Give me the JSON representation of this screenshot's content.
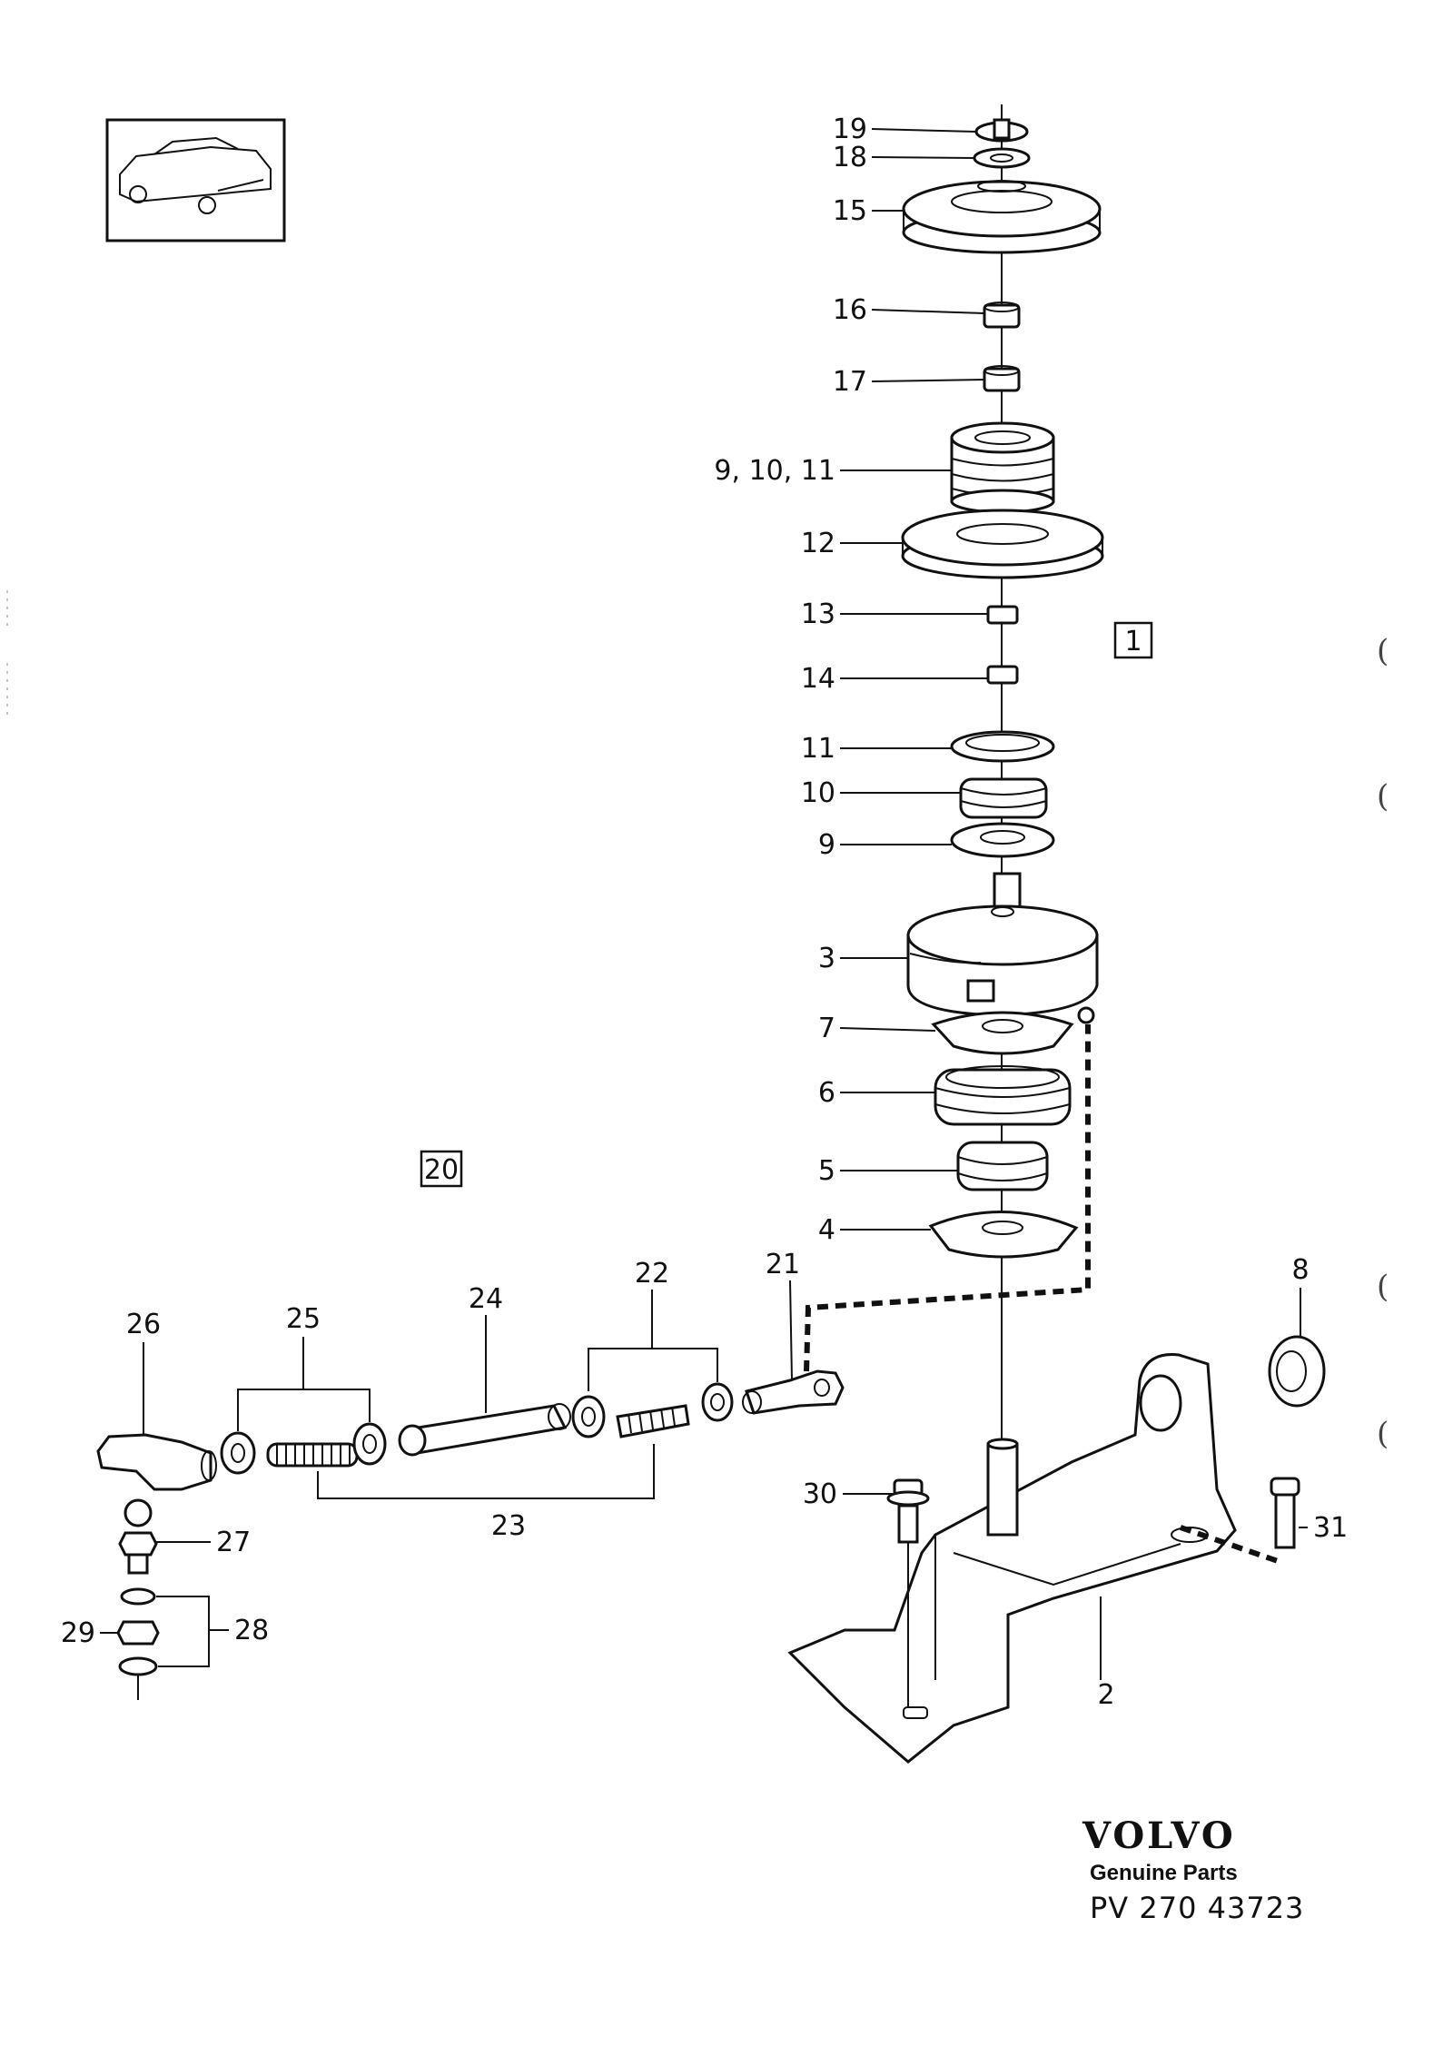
{
  "labels": {
    "l19": "19",
    "l18": "18",
    "l15": "15",
    "l16": "16",
    "l17": "17",
    "l9_10_11": "9, 10, 11",
    "l12": "12",
    "l13": "13",
    "l14": "14",
    "l11": "11",
    "l10": "10",
    "l9": "9",
    "l3": "3",
    "l7": "7",
    "l6": "6",
    "l5": "5",
    "l4": "4",
    "l8": "8",
    "l2": "2",
    "l30": "30",
    "l31": "31",
    "l21": "21",
    "l22": "22",
    "l23": "23",
    "l24": "24",
    "l25": "25",
    "l26": "26",
    "l27": "27",
    "l28": "28",
    "l29": "29"
  },
  "boxed_labels": {
    "b1": "1",
    "b20": "20"
  },
  "brand": {
    "name": "VOLVO",
    "tagline": "Genuine Parts",
    "part_number": "PV  270  43723"
  }
}
